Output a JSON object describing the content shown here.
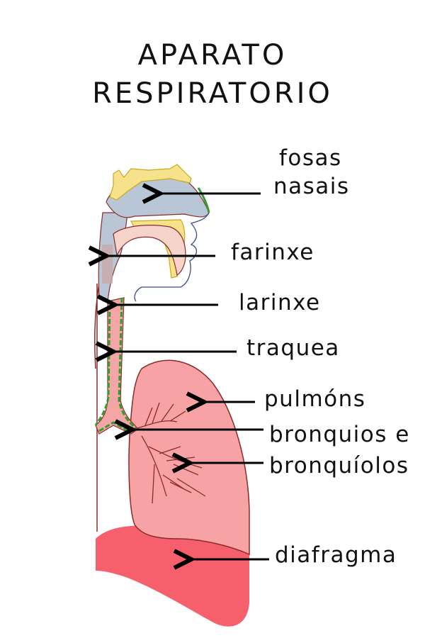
{
  "title": {
    "line1": "APARATO",
    "line2": "RESPIRATORIO"
  },
  "colors": {
    "nasal_cavity": "#b9c6d6",
    "bone_yellow": "#f6e28a",
    "tissue_pink": "#f6d4cc",
    "outline_red": "#8b2a2a",
    "mucosa_green": "#2e9e2e",
    "trachea_pink": "#f4a6a6",
    "lung": "#f7a3a6",
    "diaphragm": "#f6606c",
    "arrow": "#000000"
  },
  "labels": [
    {
      "id": "fosas-nasais",
      "line1": "fosas",
      "line2": "nasais"
    },
    {
      "id": "farinxe",
      "line1": "farinxe"
    },
    {
      "id": "larinxe",
      "line1": "larinxe"
    },
    {
      "id": "traquea",
      "line1": "traquea"
    },
    {
      "id": "pulmons",
      "line1": "pulmóns"
    },
    {
      "id": "bronquios",
      "line1": "bronquios e",
      "line2": "bronquíolos"
    },
    {
      "id": "diafragma",
      "line1": "diafragma"
    }
  ]
}
